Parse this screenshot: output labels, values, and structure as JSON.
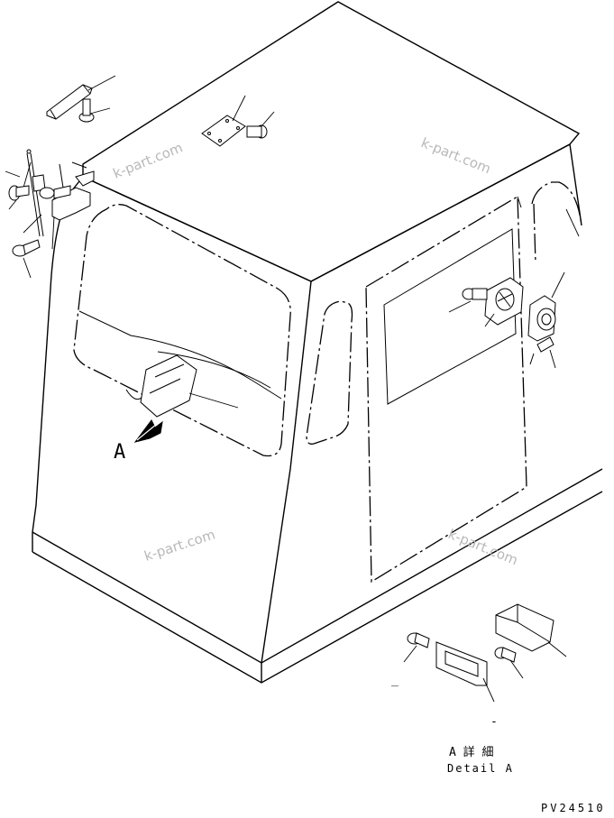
{
  "view_label": "A",
  "watermark": "k-part.com",
  "detail_title_jp": "A 詳 細",
  "detail_title_en": "Detail A",
  "drawing_number": "PV24510",
  "dash_marks": [
    "_",
    "-"
  ]
}
